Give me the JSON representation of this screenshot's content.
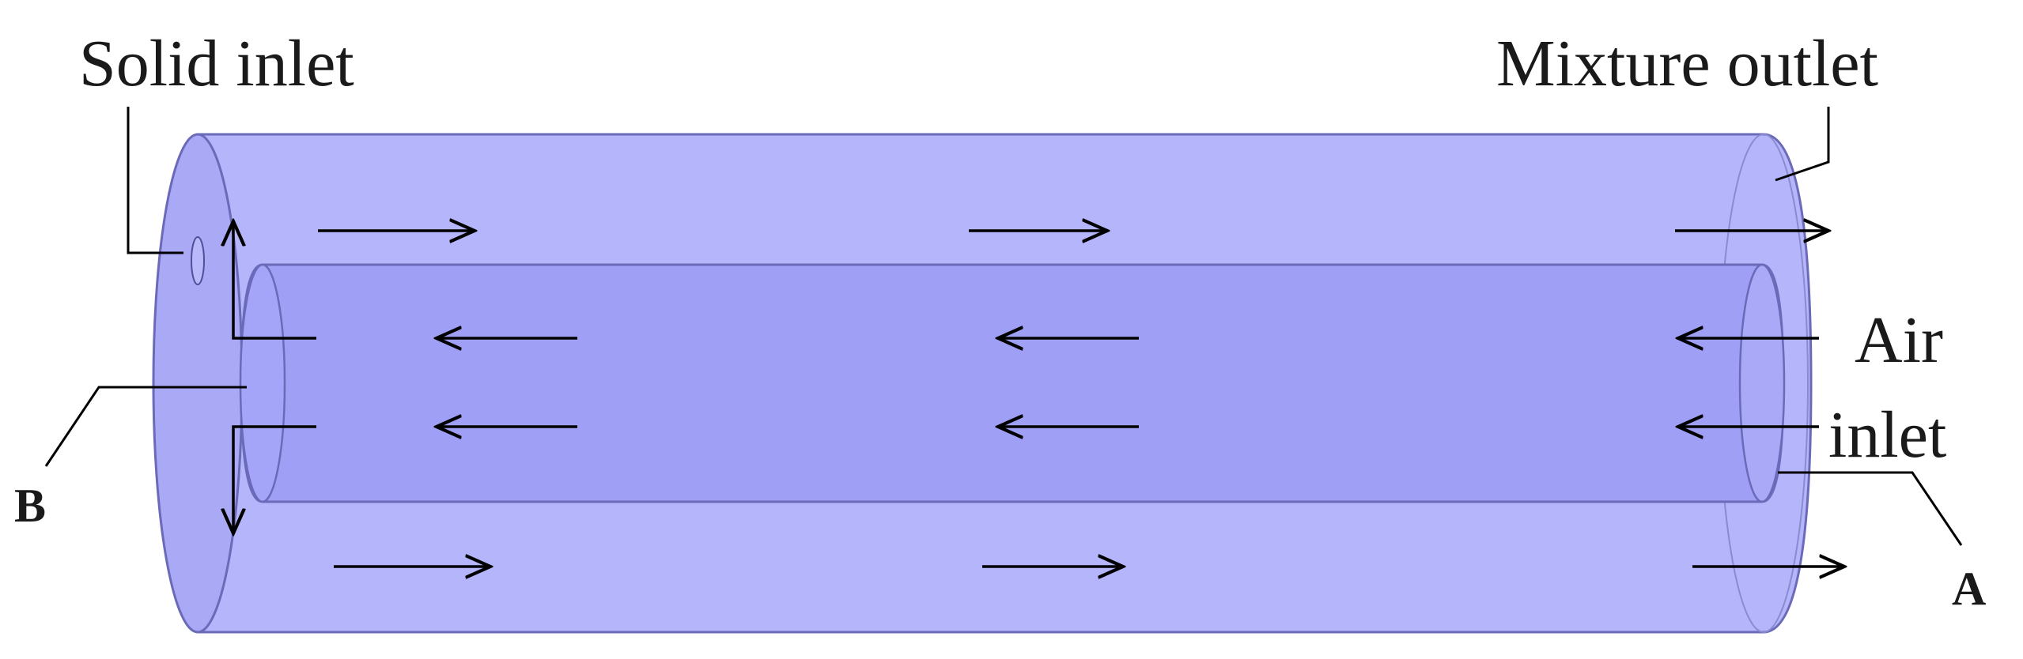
{
  "labels": {
    "solid_inlet": "Solid inlet",
    "mixture_outlet": "Mixture outlet",
    "air_line1": "Air",
    "air_line2": "inlet",
    "point_a": "A",
    "point_b": "B"
  },
  "colors": {
    "outer_tube": "#b5b5fb",
    "inner_tube": "#9f9ff6",
    "end_cap": "#a9a9f6",
    "outline": "#6a6ab8",
    "arrow": "#000000"
  },
  "flow": {
    "outer_annulus_direction": "left-to-right",
    "inner_tube_direction": "right-to-left"
  }
}
